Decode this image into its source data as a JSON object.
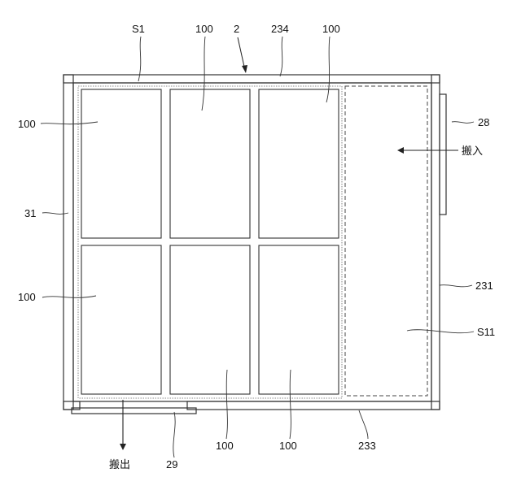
{
  "labels": {
    "s1": "S1",
    "top_100_a": "100",
    "top_2": "2",
    "top_234": "234",
    "top_100_b": "100",
    "left_100_top": "100",
    "right_28": "28",
    "carry_in": "搬入",
    "left_31": "31",
    "left_100_bottom": "100",
    "right_231": "231",
    "right_s11": "S11",
    "carry_out": "搬出",
    "bottom_29": "29",
    "bottom_100_a": "100",
    "bottom_100_b": "100",
    "bottom_233": "233"
  }
}
